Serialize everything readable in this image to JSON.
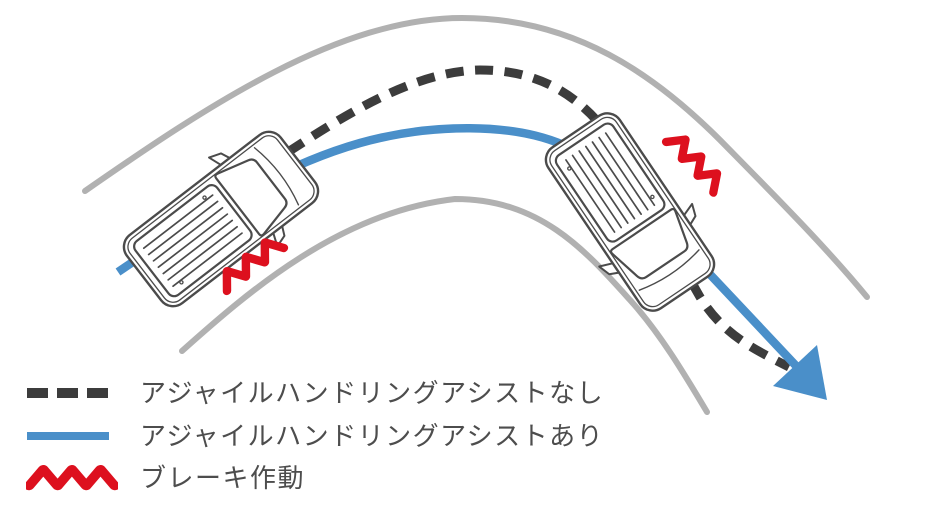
{
  "legend": {
    "items": [
      {
        "id": "without-assist",
        "swatch_icon": "dashed-line-swatch",
        "label": "アジャイルハンドリングアシストなし"
      },
      {
        "id": "with-assist",
        "swatch_icon": "solid-line-swatch",
        "label": "アジャイルハンドリングアシストあり"
      },
      {
        "id": "brake-active",
        "swatch_icon": "zigzag-swatch",
        "label": "ブレーキ作動"
      }
    ]
  },
  "colors": {
    "background": "#ffffff",
    "road_edge_gray": "#b1b1b1",
    "without_assist_dark": "#3c3c3c",
    "with_assist_blue": "#4a8fc9",
    "brake_red": "#dd101e",
    "car_outline_gray": "#4b4b4b"
  }
}
